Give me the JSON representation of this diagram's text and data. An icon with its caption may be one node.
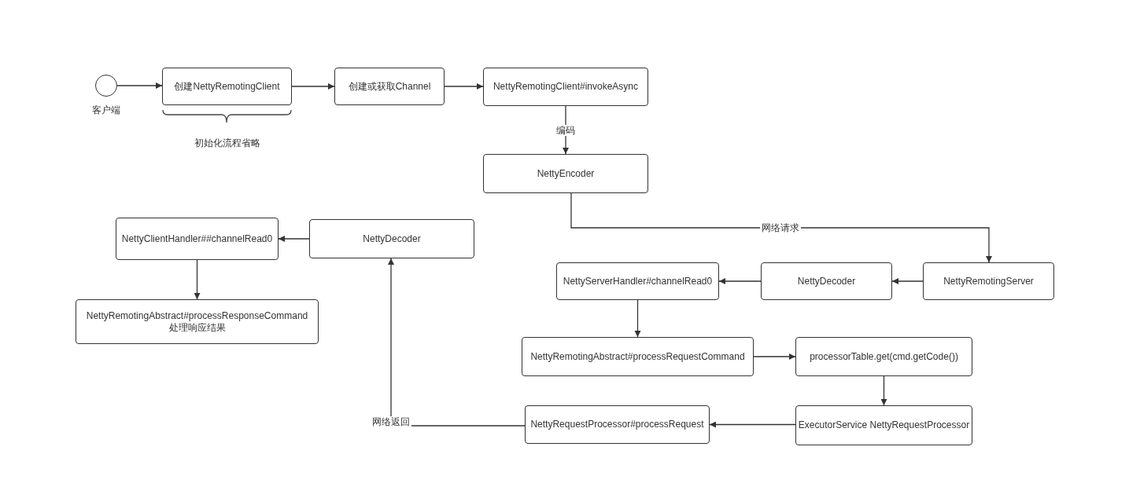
{
  "diagram": {
    "nodes": [
      {
        "text": [],
        "shape": "circle",
        "beside": [
          "客户端"
        ]
      },
      {
        "text": [
          "创建NettyRemotingClient"
        ]
      },
      {
        "text": [
          "创建或获取Channel"
        ]
      },
      {
        "text": [
          "NettyRemotingClient#invokeAsync"
        ]
      },
      {
        "text": [
          "NettyEncoder"
        ]
      },
      {
        "text": [
          "NettyClientHandler##channelRead0"
        ]
      },
      {
        "text": [
          "NettyDecoder"
        ]
      },
      {
        "text": [
          "NettyRemotingAbstract#processResponseCommand",
          "处理响应结果"
        ]
      },
      {
        "text": [
          "NettyServerHandler#channelRead0"
        ]
      },
      {
        "text": [
          "NettyDecoder"
        ]
      },
      {
        "text": [
          "NettyRemotingServer"
        ]
      },
      {
        "text": [
          "NettyRemotingAbstract#processRequestCommand"
        ]
      },
      {
        "text": [
          "processorTable.get(cmd.getCode())"
        ]
      },
      {
        "text": [
          "NettyRequestProcessor#processRequest"
        ]
      },
      {
        "text": [
          "ExecutorService NettyRequestProcessor"
        ]
      }
    ],
    "edges": [
      {
        "from": 0,
        "to": 1,
        "arrow": "to"
      },
      {
        "from": 1,
        "to": 2,
        "arrow": "to"
      },
      {
        "from": 2,
        "to": 3,
        "arrow": "to"
      },
      {
        "from": 3,
        "to": 4,
        "arrow": "to",
        "label": "编码"
      },
      {
        "from": 4,
        "to": 10,
        "arrow": "to",
        "label": "网络请求"
      },
      {
        "from": 10,
        "to": 9,
        "arrow": "to"
      },
      {
        "from": 9,
        "to": 8,
        "arrow": "to"
      },
      {
        "from": 8,
        "to": 11,
        "arrow": "to"
      },
      {
        "from": 11,
        "to": 12,
        "arrow": "to"
      },
      {
        "from": 12,
        "to": 14,
        "arrow": "to"
      },
      {
        "from": 14,
        "to": 13,
        "arrow": "to"
      },
      {
        "from": 13,
        "to": 6,
        "arrow": "to",
        "label": "网络返回"
      },
      {
        "from": 6,
        "to": 5,
        "arrow": "to"
      },
      {
        "from": 5,
        "to": 7,
        "arrow": "to"
      }
    ],
    "labels": [
      "初始化流程省略"
    ]
  }
}
